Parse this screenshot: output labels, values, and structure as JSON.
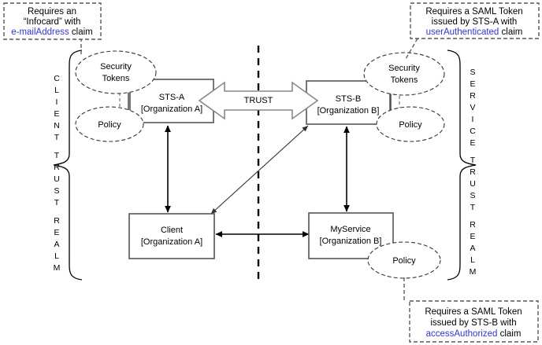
{
  "diagram": {
    "title": "Cross-organization trust realm diagram",
    "divider_label": "TRUST",
    "colors": {
      "claim_highlight": "#3333cc",
      "box_stroke": "#555555",
      "arrow": "#000000",
      "background": "#ffffff"
    },
    "boxes": [
      {
        "id": "sts-a",
        "line1": "STS-A",
        "line2": "[Organization A]"
      },
      {
        "id": "sts-b",
        "line1": "STS-B",
        "line2": "[Organization B]"
      },
      {
        "id": "client",
        "line1": "Client",
        "line2": "[Organization A]"
      },
      {
        "id": "myservice",
        "line1": "MyService",
        "line2": "[Organization B]"
      }
    ],
    "ellipses": [
      {
        "id": "security-tokens-a",
        "line1": "Security",
        "line2": "Tokens"
      },
      {
        "id": "policy-a",
        "line1": "Policy",
        "line2": ""
      },
      {
        "id": "security-tokens-b",
        "line1": "Security",
        "line2": "Tokens"
      },
      {
        "id": "policy-b",
        "line1": "Policy",
        "line2": ""
      },
      {
        "id": "policy-service",
        "line1": "Policy",
        "line2": ""
      }
    ],
    "realms": [
      {
        "id": "client-trust-realm",
        "label": "CLIENT TRUST REALM",
        "letters": "C L I E N T  T R U S T  R E A L M"
      },
      {
        "id": "service-trust-realm",
        "label": "SERVICE TRUST REALM",
        "letters": "S E R V I C E  T R U S T  R E A L M"
      }
    ],
    "callouts": [
      {
        "id": "callout-infocard",
        "line1": "Requires an",
        "line2": "“Infocard” with",
        "line3_claim": "e-mailAddress",
        "line3_rest": " claim"
      },
      {
        "id": "callout-saml-sts-a",
        "line1": "Requires a SAML Token",
        "line2": "issued by STS-A with",
        "line3_claim": "userAuthenticated",
        "line3_rest": " claim"
      },
      {
        "id": "callout-saml-sts-b",
        "line1": "Requires a SAML Token",
        "line2": "issued by STS-B with",
        "line3_claim": "accessAuthorized",
        "line3_rest": " claim"
      }
    ]
  }
}
